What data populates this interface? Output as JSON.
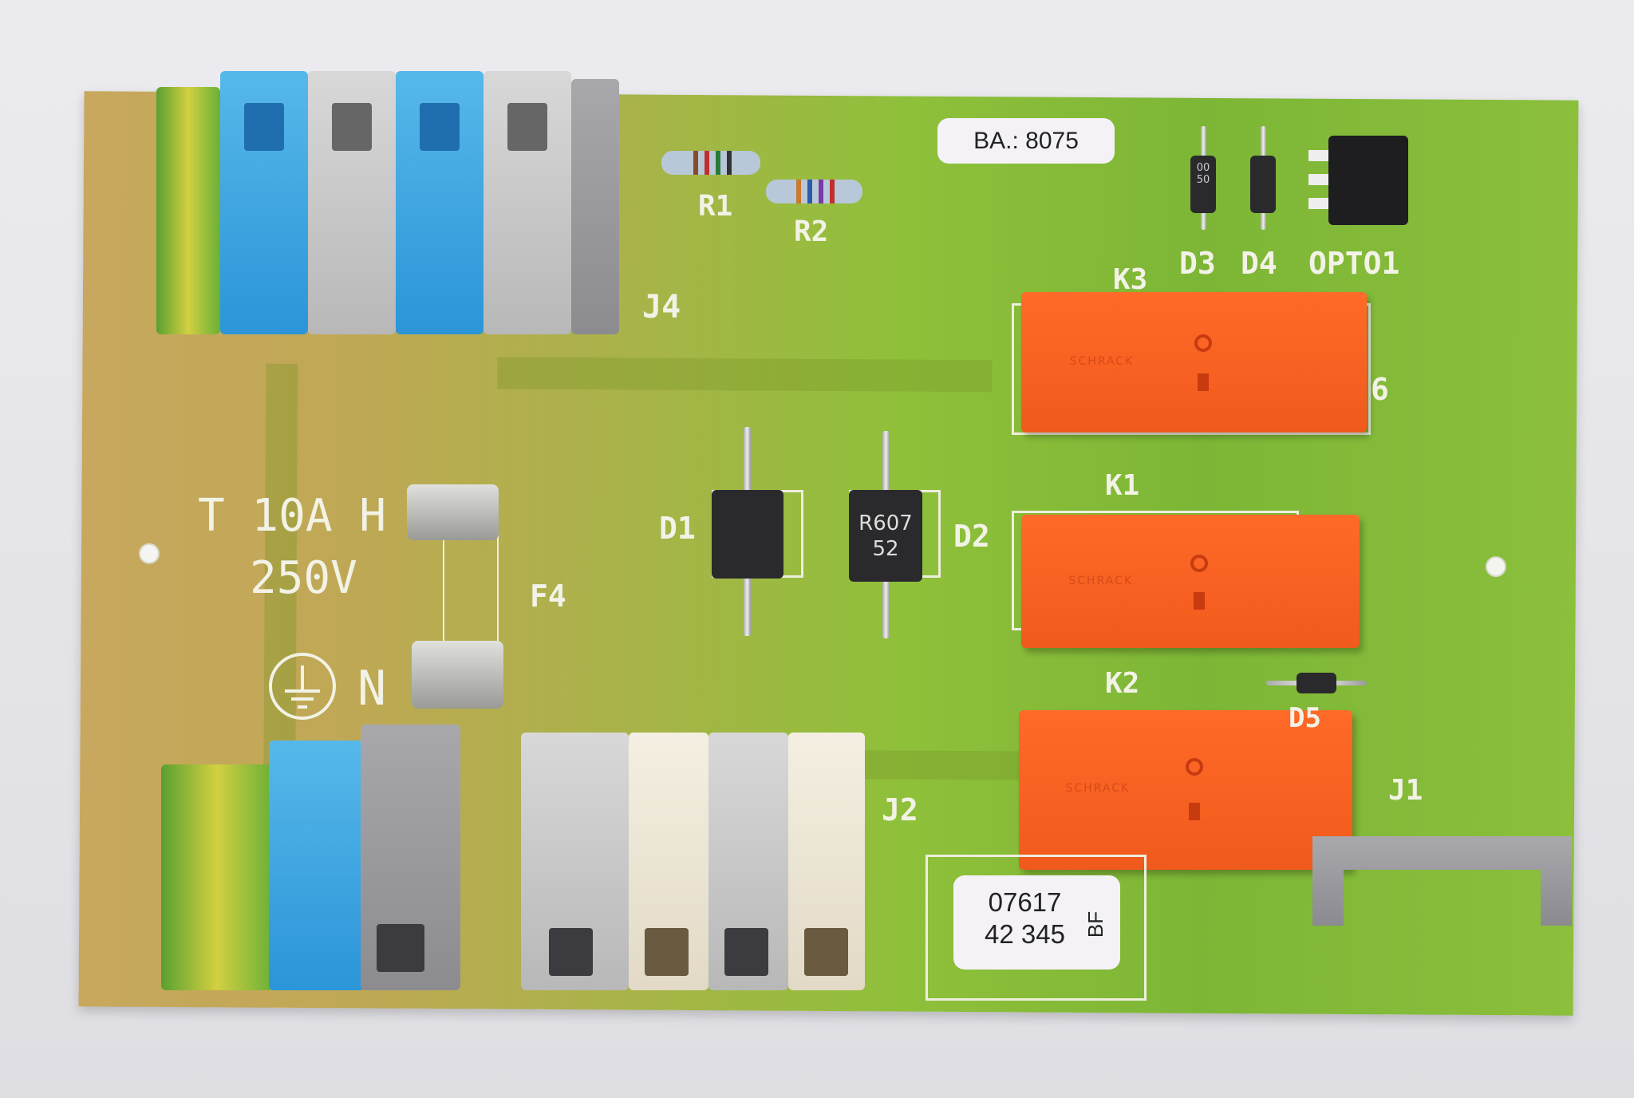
{
  "board": {
    "silkscreen": {
      "R1": "R1",
      "R2": "R2",
      "D1": "D1",
      "D2": "D2",
      "D3": "D3",
      "D4": "D4",
      "D5": "D5",
      "OPTO1": "OPTO1",
      "K1": "K1",
      "K2": "K2",
      "K3": "K3",
      "J1": "J1",
      "J2": "J2",
      "J4": "J4",
      "F4": "F4",
      "fuse_rating_line1": "T 10A H",
      "fuse_rating_line2": "250V",
      "neutral": "N",
      "pin6": "6"
    },
    "stickers": {
      "batch": "BA.: 8075",
      "serial_line1": "07617",
      "serial_line2": "42 345",
      "serial_suffix": "BF"
    },
    "components": {
      "D2_marking_line1": "R607",
      "D2_marking_line2": "52",
      "D3_marking": "00 50"
    },
    "colors": {
      "relay": "#f25e20",
      "pcb_green": "#8fc03a",
      "terminal_blue": "#2b95d8"
    }
  }
}
